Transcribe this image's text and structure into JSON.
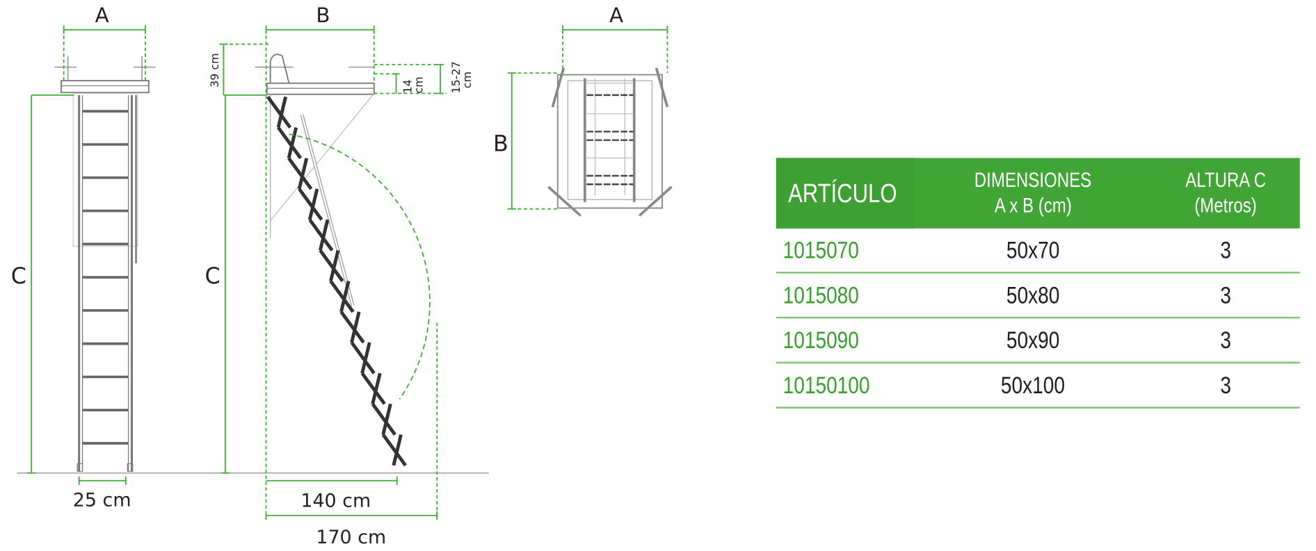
{
  "drawings": {
    "front_view": {
      "width_label": "A",
      "height_label": "C",
      "rung_width_label": "25 cm"
    },
    "side_view": {
      "depth_label": "B",
      "height_label": "C",
      "top_height_label": "39 cm",
      "frame_height_label_1": "14",
      "frame_height_label_2": "cm",
      "ceiling_label_1": "15-27",
      "ceiling_label_2": "cm",
      "footprint_label": "140 cm",
      "swing_label": "170 cm"
    },
    "top_view": {
      "width_label": "A",
      "depth_label": "B"
    }
  },
  "table": {
    "headers": {
      "article": "ARTÍCULO",
      "dimensions_line1": "DIMENSIONES",
      "dimensions_line2": "A x B (cm)",
      "height_line1": "ALTURA C",
      "height_line2": "(Metros)"
    },
    "rows": [
      {
        "article": "1015070",
        "dimensions": "50x70",
        "height": "3"
      },
      {
        "article": "1015080",
        "dimensions": "50x80",
        "height": "3"
      },
      {
        "article": "1015090",
        "dimensions": "50x90",
        "height": "3"
      },
      {
        "article": "10150100",
        "dimensions": "50x100",
        "height": "3"
      }
    ]
  },
  "colors": {
    "accent": "#41a535",
    "dimension_line": "#3fae35",
    "drawing": "#777777"
  }
}
